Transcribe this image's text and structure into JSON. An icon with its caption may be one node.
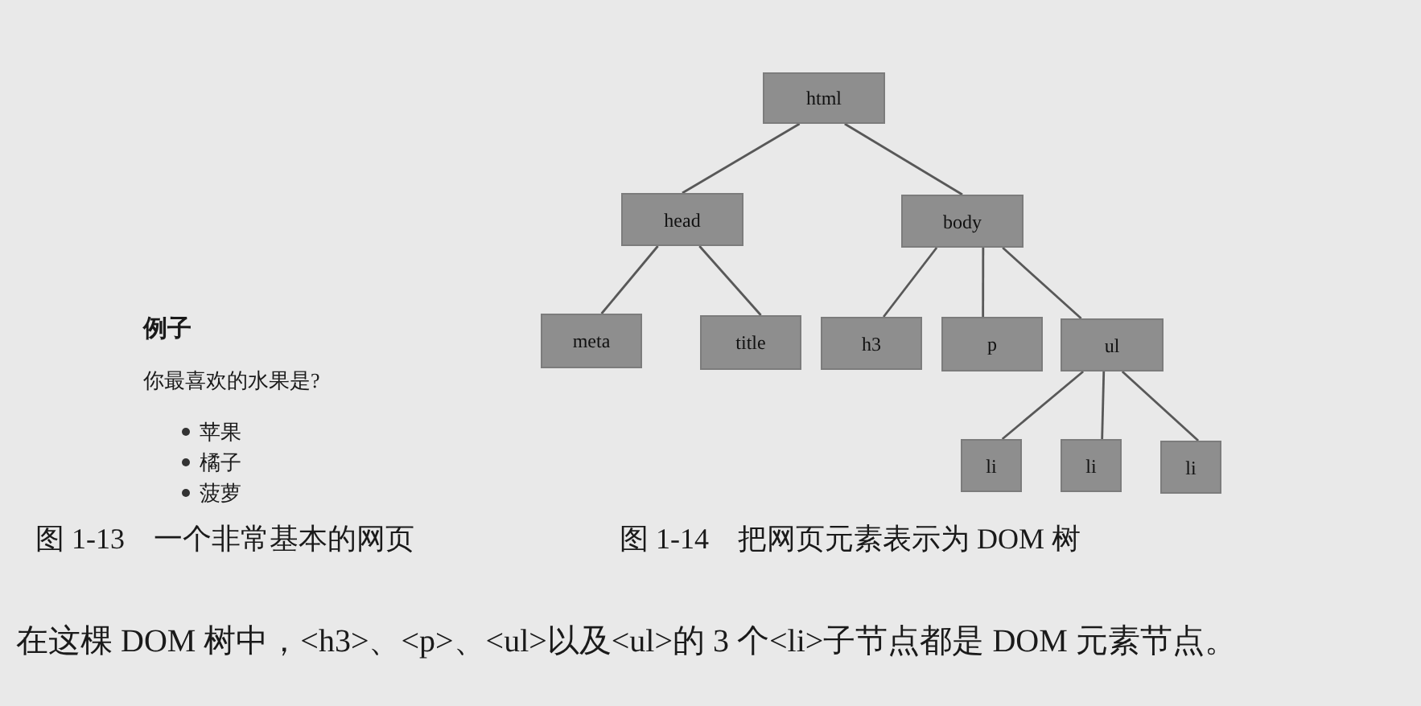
{
  "diagram": {
    "caption": "图 1-14　把网页元素表示为 DOM 树",
    "nodes": [
      {
        "text": [
          "html"
        ]
      },
      {
        "text": [
          "head"
        ]
      },
      {
        "text": [
          "body"
        ]
      },
      {
        "text": [
          "meta"
        ]
      },
      {
        "text": [
          "title"
        ]
      },
      {
        "text": [
          "h3"
        ]
      },
      {
        "text": [
          "p"
        ]
      },
      {
        "text": [
          "ul"
        ]
      },
      {
        "text": [
          "li"
        ]
      },
      {
        "text": [
          "li"
        ]
      },
      {
        "text": [
          "li"
        ]
      }
    ],
    "edges": [
      {
        "from": 0,
        "to": 1,
        "arrow": "none"
      },
      {
        "from": 0,
        "to": 2,
        "arrow": "none"
      },
      {
        "from": 1,
        "to": 3,
        "arrow": "none"
      },
      {
        "from": 1,
        "to": 4,
        "arrow": "none"
      },
      {
        "from": 2,
        "to": 5,
        "arrow": "none"
      },
      {
        "from": 2,
        "to": 6,
        "arrow": "none"
      },
      {
        "from": 2,
        "to": 7,
        "arrow": "none"
      },
      {
        "from": 7,
        "to": 8,
        "arrow": "none"
      },
      {
        "from": 7,
        "to": 9,
        "arrow": "none"
      },
      {
        "from": 7,
        "to": 10,
        "arrow": "none"
      }
    ],
    "labels": [
      "例子",
      "你最喜欢的水果是?",
      "苹果",
      "橘子",
      "菠萝",
      "图 1-13　一个非常基本的网页",
      "在这棵 DOM 树中，<h3>、<p>、<ul>以及<ul>的 3 个<li>子节点都是 DOM 元素节点。"
    ]
  }
}
